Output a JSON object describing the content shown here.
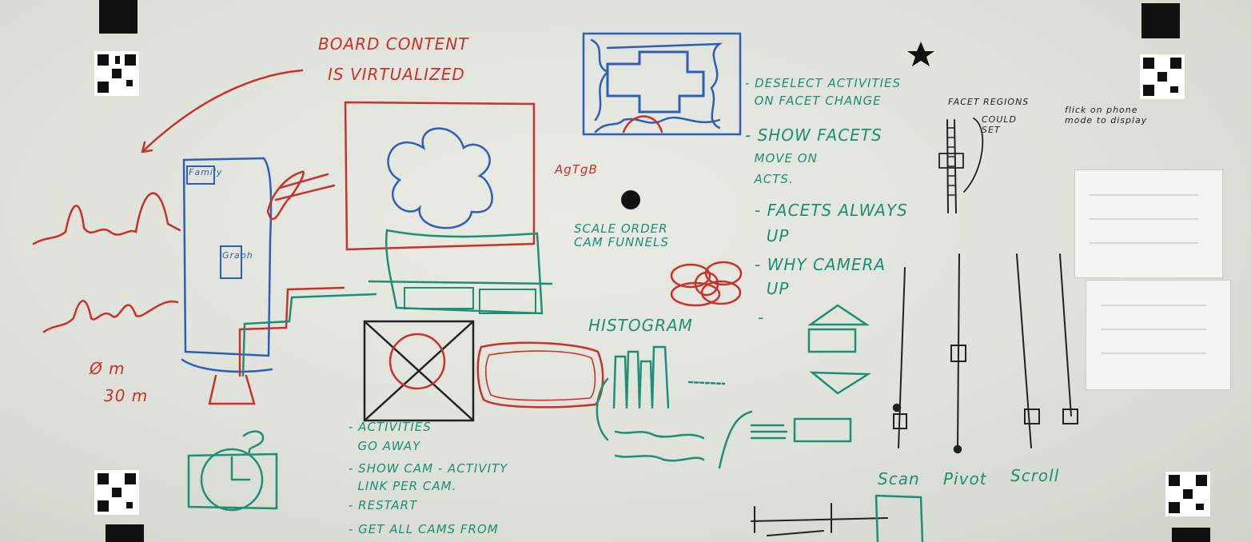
{
  "board": {
    "title_line1": "BOARD CONTENT",
    "title_line2": "IS VIRTUALIZED",
    "left_notes": {
      "line1": "Ø m",
      "line2": "30 m"
    },
    "phone_label": "Family",
    "phone_app_label": "Graph",
    "red_tag": "AgTgB",
    "list_top": [
      "- DESELECT ACTIVITIES",
      "  ON FACET CHANGE",
      "- SHOW FACETS",
      "  MOVE ON",
      "  ACTS.",
      "- FACETS ALWAYS",
      "  UP",
      "- WHY CAMERA",
      "  UP",
      "-"
    ],
    "scale_note": "SCALE ORDER\nCAM FUNNELS",
    "histogram_label": "HISTOGRAM",
    "list_bottom": [
      "- ACTIVITIES",
      "  GO AWAY",
      "- SHOW CAM - ACTIVITY",
      "  LINK PER CAM.",
      "- RESTART",
      "- GET ALL CAMS FROM"
    ],
    "facet_label": "FACET REGIONS",
    "facet_sub": "COULD\nSET",
    "phone_note": "flick on phone\nmode to display",
    "slider_labels": [
      "Scan",
      "Pivot",
      "Scroll"
    ]
  }
}
